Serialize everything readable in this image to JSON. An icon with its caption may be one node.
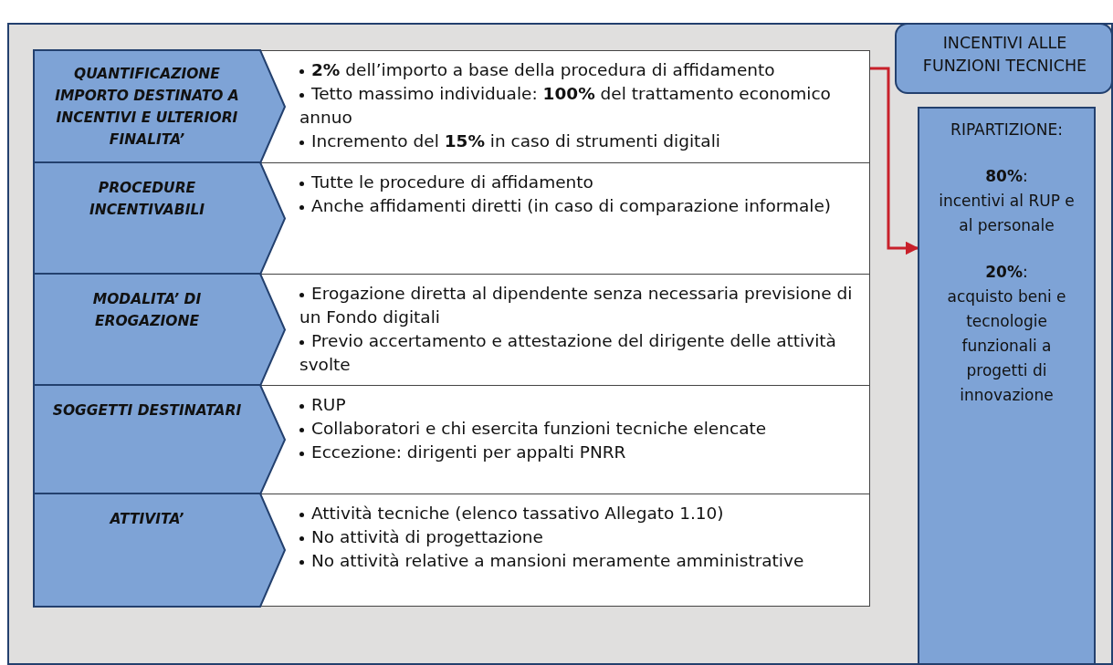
{
  "diagram": {
    "nodes": [
      {
        "text": [
          "QUANTIFICAZIONE IMPORTO DESTINATO A INCENTIVI E ULTERIORI FINALITA’"
        ]
      },
      {
        "text": [
          "**2%** dell’importo a base della procedura di affidamento",
          "Tetto massimo individuale: **100%** del trattamento economico annuo",
          "Incremento del **15%** in caso di strumenti digitali"
        ]
      },
      {
        "text": [
          "PROCEDURE INCENTIVABILI"
        ]
      },
      {
        "text": [
          "Tutte le procedure di affidamento",
          "Anche affidamenti diretti (in caso di comparazione informale)"
        ]
      },
      {
        "text": [
          "MODALITA’ DI EROGAZIONE"
        ]
      },
      {
        "text": [
          "Erogazione diretta al dipendente senza necessaria previsione di un Fondo digitali",
          "Previo accertamento e attestazione del dirigente delle attività svolte"
        ]
      },
      {
        "text": [
          "SOGGETTI DESTINATARI"
        ]
      },
      {
        "text": [
          "RUP",
          "Collaboratori e chi esercita funzioni tecniche elencate",
          "Eccezione: dirigenti per appalti PNRR"
        ]
      },
      {
        "text": [
          "ATTIVITA’"
        ]
      },
      {
        "text": [
          "Attività tecniche (elenco tassativo Allegato 1.10)",
          "No attività di progettazione",
          "No attività relative a mansioni meramente amministrative"
        ]
      },
      {
        "text": [
          "INCENTIVI ALLE FUNZIONI TECNICHE"
        ]
      },
      {
        "text": [
          "RIPARTIZIONE:",
          "**80%**:",
          "incentivi al RUP e al personale",
          "**20%**:",
          "acquisto beni e tecnologie funzionali a progetti di innovazione"
        ]
      }
    ],
    "edges": [
      {
        "from": 1,
        "to": 11,
        "arrow": "to",
        "color": "#c8202a"
      }
    ]
  }
}
